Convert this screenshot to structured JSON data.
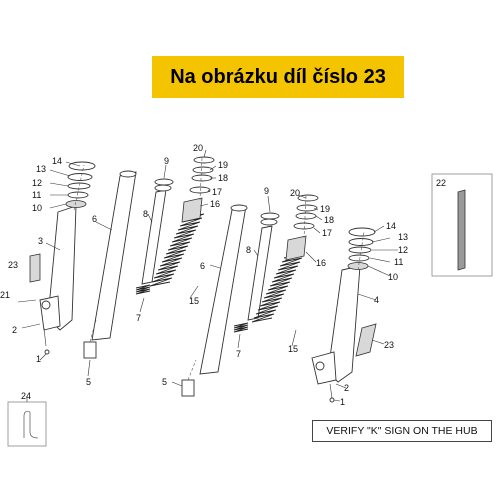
{
  "banner": {
    "text": "Na obrázku díl číslo 23"
  },
  "note": {
    "text": "VERIFY \"K\" SIGN ON THE HUB"
  },
  "callouts": {
    "c1": "1",
    "c2": "2",
    "c3": "3",
    "c4": "4",
    "c5": "5",
    "c6": "6",
    "c7": "7",
    "c8": "8",
    "c9": "9",
    "c10": "10",
    "c11": "11",
    "c12": "12",
    "c13": "13",
    "c14": "14",
    "c15": "15",
    "c16": "16",
    "c17": "17",
    "c18": "18",
    "c19": "19",
    "c20": "20",
    "c21": "21",
    "c22": "22",
    "c23": "23",
    "c24": "24"
  }
}
